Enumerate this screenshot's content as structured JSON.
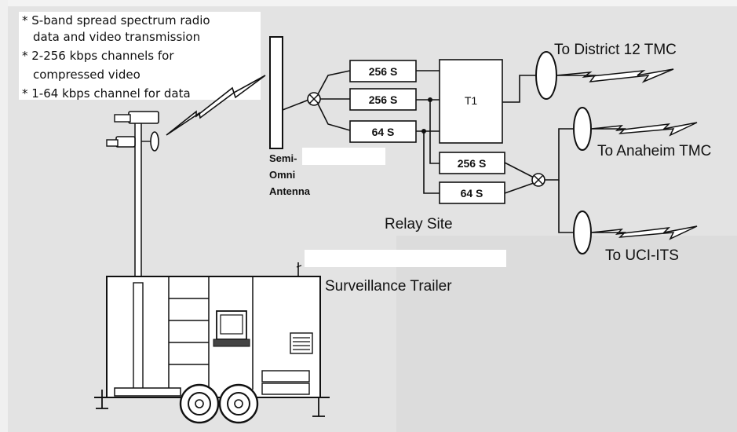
{
  "notes": [
    "* S-band spread spectrum radio",
    "data and video transmission",
    "* 2-256 kbps channels for",
    "compressed video",
    "* 1-64 kbps channel for data"
  ],
  "antenna_label": [
    "Semi-",
    "Omni",
    "Antenna"
  ],
  "boxes": {
    "a": "256 S",
    "b": "256 S",
    "c": "64 S",
    "t1": "T1",
    "d": "256 S",
    "e": "64 S"
  },
  "relay_label": "Relay Site",
  "trailer_label": "Surveillance Trailer",
  "destinations": {
    "district": "To District 12 TMC",
    "anaheim": "To Anaheim TMC",
    "uci": "To UCI-ITS"
  }
}
